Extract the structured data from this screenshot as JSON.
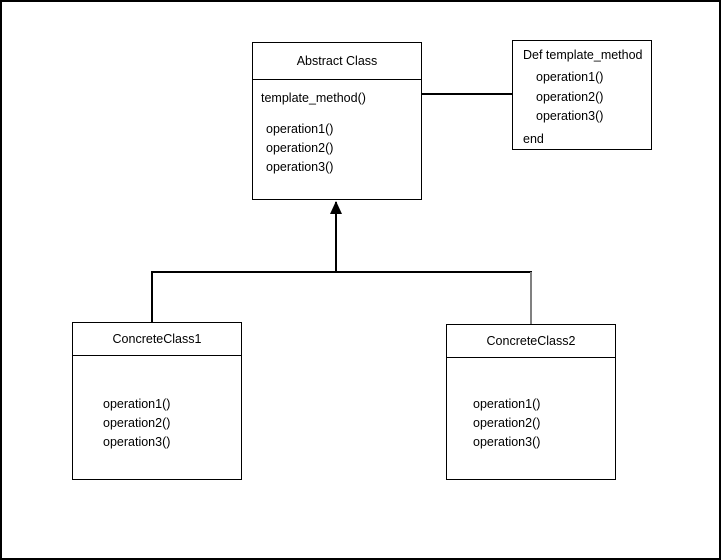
{
  "colors": {
    "stroke": "#000000",
    "fill": "#ffffff",
    "text": "#000000",
    "muted_connector": "#808080"
  },
  "abstract_class": {
    "title": "Abstract Class",
    "template_method": "template_method()",
    "operations": [
      "operation1()",
      "operation2()",
      "operation3()"
    ]
  },
  "pseudocode_note": {
    "header": "Def template_method",
    "operations": [
      "operation1()",
      "operation2()",
      "operation3()"
    ],
    "footer": "end"
  },
  "concrete_class_1": {
    "title": "ConcreteClass1",
    "operations": [
      "operation1()",
      "operation2()",
      "operation3()"
    ]
  },
  "concrete_class_2": {
    "title": "ConcreteClass2",
    "operations": [
      "operation1()",
      "operation2()",
      "operation3()"
    ]
  }
}
